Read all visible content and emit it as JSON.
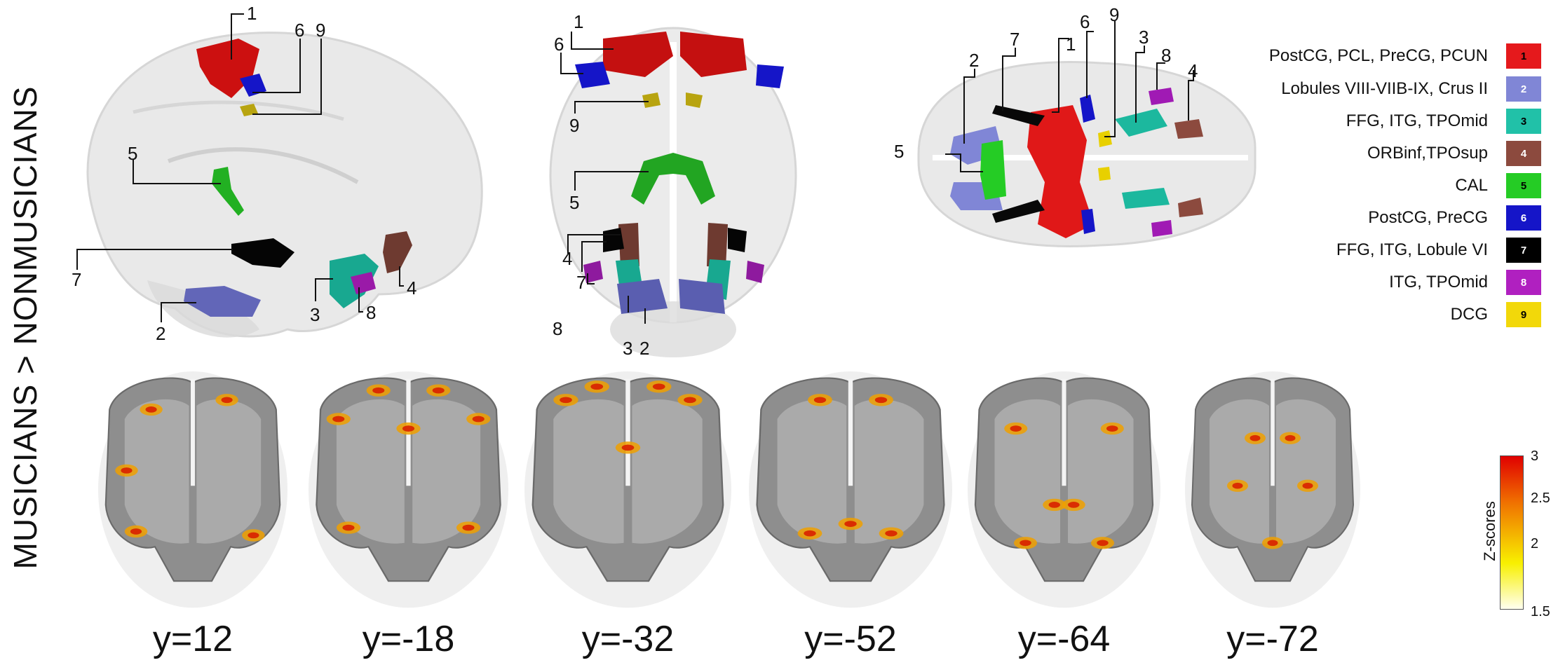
{
  "side_title": "MUSICIANS > NONMUSICIANS",
  "legend": [
    {
      "num": "1",
      "label": "PostCG, PCL, PreCG, PCUN",
      "color": "#e5191c",
      "text_color": "#000000"
    },
    {
      "num": "2",
      "label": "Lobules VIII-VIIB-IX, Crus II",
      "color": "#8086d6",
      "text_color": "#ffffff"
    },
    {
      "num": "3",
      "label": "FFG, ITG, TPOmid",
      "color": "#21c1a8",
      "text_color": "#000000"
    },
    {
      "num": "4",
      "label": "ORBinf,TPOsup",
      "color": "#8c4a3e",
      "text_color": "#ffffff"
    },
    {
      "num": "5",
      "label": "CAL",
      "color": "#25cc25",
      "text_color": "#000000"
    },
    {
      "num": "6",
      "label": "PostCG, PreCG",
      "color": "#1515c8",
      "text_color": "#ffffff"
    },
    {
      "num": "7",
      "label": "FFG, ITG, Lobule VI",
      "color": "#000000",
      "text_color": "#ffffff"
    },
    {
      "num": "8",
      "label": "ITG, TPOmid",
      "color": "#b020c0",
      "text_color": "#ffffff"
    },
    {
      "num": "9",
      "label": "DCG",
      "color": "#f2d80a",
      "text_color": "#000000"
    }
  ],
  "sagittal_callouts": [
    "1",
    "6",
    "9",
    "5",
    "7",
    "2",
    "3",
    "8",
    "4"
  ],
  "coronal_callouts": [
    "1",
    "6",
    "9",
    "5",
    "4",
    "7",
    "8",
    "3",
    "2"
  ],
  "axial_callouts": [
    "2",
    "7",
    "1",
    "6",
    "9",
    "3",
    "8",
    "4",
    "5"
  ],
  "slices": [
    "y=12",
    "y=-18",
    "y=-32",
    "y=-52",
    "y=-64",
    "y=-72"
  ],
  "colorbar": {
    "title": "Z-scores",
    "ticks": [
      "3",
      "2.5",
      "2",
      "1.5"
    ],
    "colors": [
      "#e00000",
      "#f8f000",
      "#fffff0"
    ]
  }
}
